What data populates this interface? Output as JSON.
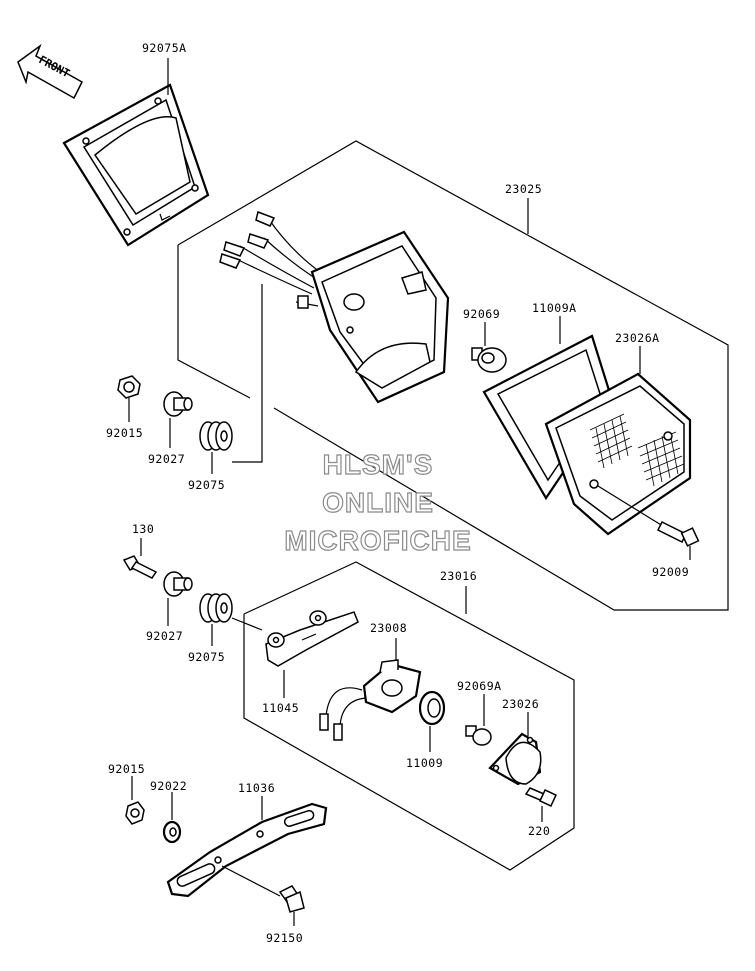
{
  "front_label": "FRONT",
  "watermark": [
    "HLSM'S",
    "ONLINE",
    "MICROFICHE"
  ],
  "labels": {
    "p92075A": "92075A",
    "p23025": "23025",
    "p92069": "92069",
    "p11009A": "11009A",
    "p23026A": "23026A",
    "p92015a": "92015",
    "p92027a": "92027",
    "p92075a": "92075",
    "p92009": "92009",
    "p130": "130",
    "p92027b": "92027",
    "p92075b": "92075",
    "p23016": "23016",
    "p23008": "23008",
    "p11045": "11045",
    "p92069A": "92069A",
    "p23026": "23026",
    "p11009": "11009",
    "p220": "220",
    "p92015b": "92015",
    "p92022": "92022",
    "p11036": "11036",
    "p92150": "92150"
  }
}
